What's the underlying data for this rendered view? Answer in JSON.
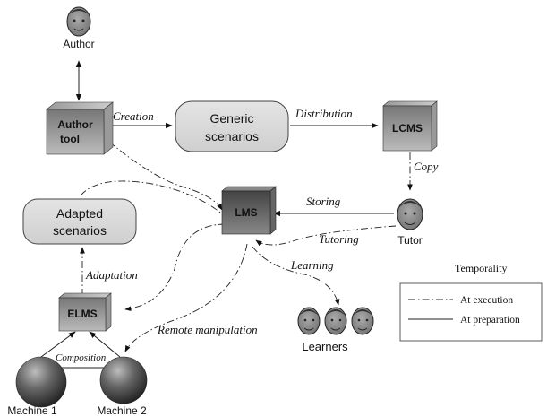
{
  "actors": {
    "author": "Author",
    "tutor": "Tutor",
    "learners": "Learners"
  },
  "nodes": {
    "author_tool_line1": "Author",
    "author_tool_line2": "tool",
    "generic_line1": "Generic",
    "generic_line2": "scenarios",
    "lcms": "LCMS",
    "lms": "LMS",
    "adapted_line1": "Adapted",
    "adapted_line2": "scenarios",
    "elms": "ELMS",
    "machine1": "Machine 1",
    "machine2": "Machine 2"
  },
  "edges": {
    "creation": "Creation",
    "distribution": "Distribution",
    "copy": "Copy",
    "storing": "Storing",
    "tutoring": "Tutoring",
    "learning": "Learning",
    "adaptation": "Adaptation",
    "remote_manipulation": "Remote manipulation",
    "composition": "Composition"
  },
  "legend": {
    "title": "Temporality",
    "execution": "At execution",
    "preparation": "At preparation"
  },
  "colors": {
    "cube_dark": "#555555",
    "cube_light": "#b5b5b5",
    "rounded_box": "#d8d8d8",
    "sphere_dark": "#3a3a3a",
    "face": "#8c8c8c"
  }
}
